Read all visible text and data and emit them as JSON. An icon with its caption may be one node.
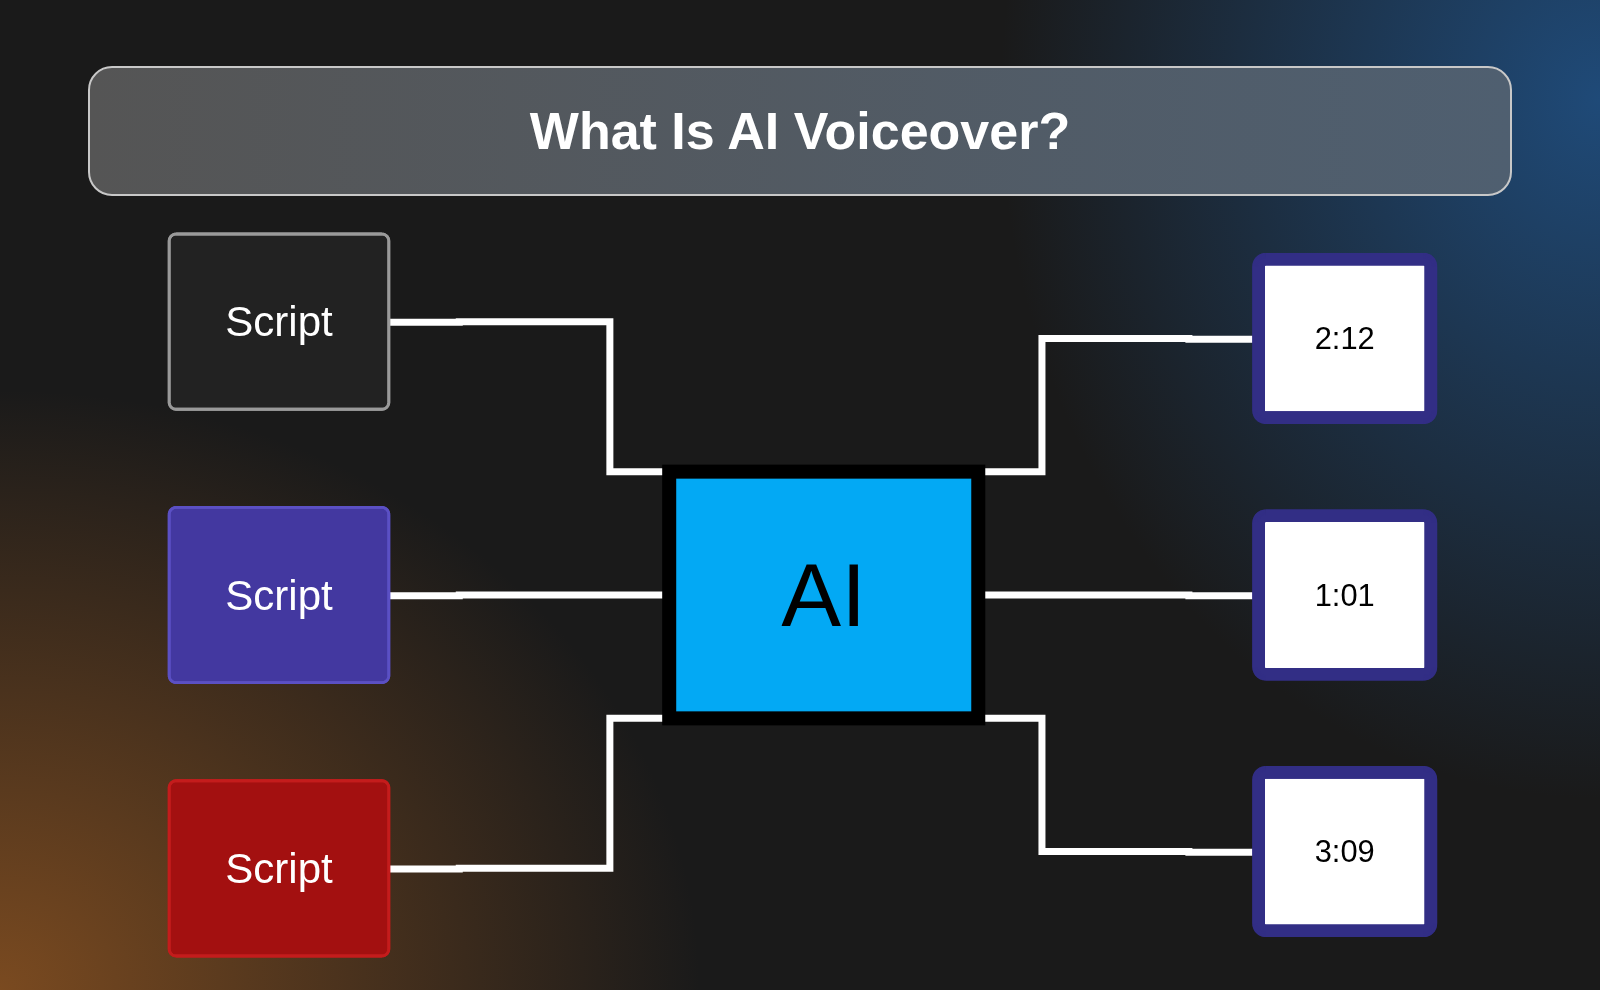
{
  "diagram": {
    "title": "What Is AI Voiceover?",
    "nodes": [
      {
        "text": [
          "Script"
        ]
      },
      {
        "text": [
          "Script"
        ]
      },
      {
        "text": [
          "Script"
        ]
      },
      {
        "text": [
          "AI"
        ]
      },
      {
        "text": [
          "2:12"
        ]
      },
      {
        "text": [
          "1:01"
        ]
      },
      {
        "text": [
          "3:09"
        ]
      }
    ],
    "edges": [
      {
        "from": 0,
        "to": 3,
        "arrow": "none"
      },
      {
        "from": 1,
        "to": 3,
        "arrow": "none"
      },
      {
        "from": 2,
        "to": 3,
        "arrow": "none"
      },
      {
        "from": 3,
        "to": 4,
        "arrow": "none"
      },
      {
        "from": 3,
        "to": 5,
        "arrow": "none"
      },
      {
        "from": 3,
        "to": 6,
        "arrow": "none"
      }
    ]
  }
}
